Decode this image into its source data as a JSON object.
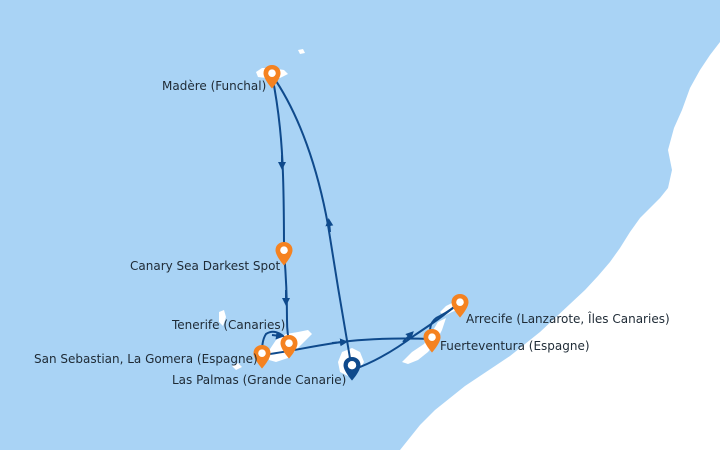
{
  "colors": {
    "sea": "#a9d3f5",
    "land": "#ffffff",
    "route": "#0f4a8c",
    "port_marker": "#f58220",
    "start_marker": "#0f4a8c"
  },
  "ports": [
    {
      "id": "madere",
      "label": "Madère (Funchal)",
      "icon": "orange-pin-icon"
    },
    {
      "id": "canary-sea",
      "label": "Canary Sea Darkest Spot",
      "icon": "orange-pin-icon"
    },
    {
      "id": "tenerife",
      "label": "Tenerife (Canaries)",
      "icon": "orange-pin-icon"
    },
    {
      "id": "gomera",
      "label": "San Sebastian, La Gomera (Espagne)",
      "icon": "orange-pin-icon"
    },
    {
      "id": "las-palmas",
      "label": "Las Palmas (Grande Canarie)",
      "icon": "blue-pin-icon"
    },
    {
      "id": "fuerteventura",
      "label": "Fuerteventura (Espagne)",
      "icon": "orange-pin-icon"
    },
    {
      "id": "arrecife",
      "label": "Arrecife (Lanzarote, Îles Canaries)",
      "icon": "orange-pin-icon"
    }
  ]
}
